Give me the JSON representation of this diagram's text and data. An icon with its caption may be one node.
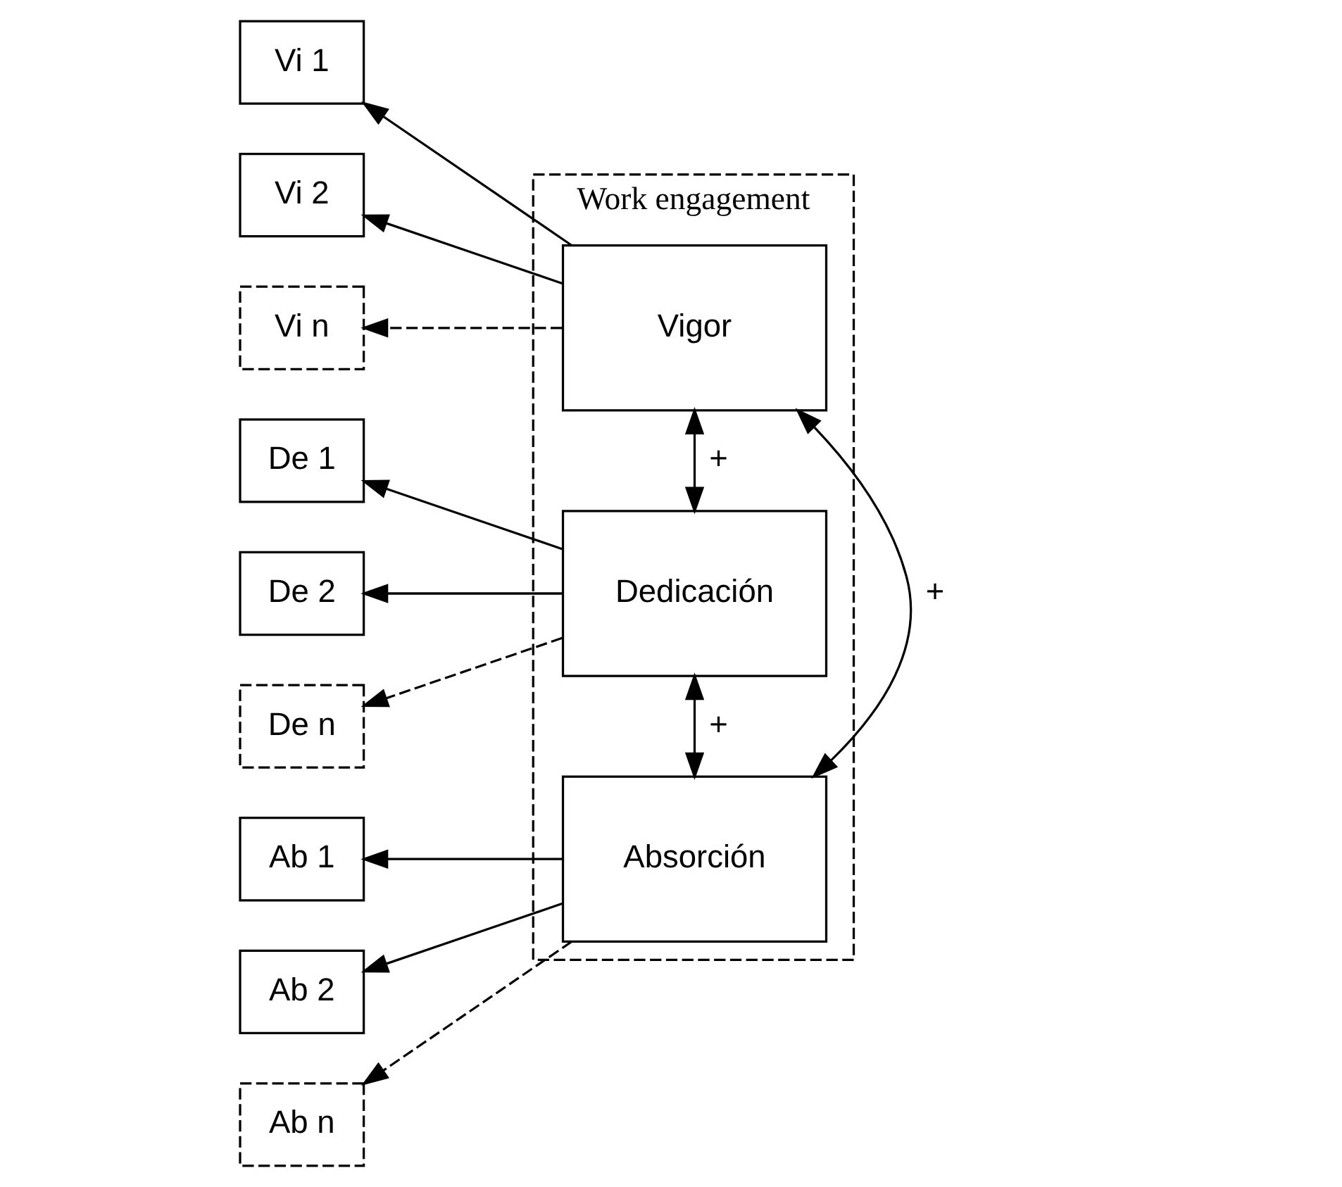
{
  "diagram": {
    "nodes": [
      {
        "text": [
          "Work engagement"
        ]
      },
      {
        "text": [
          "Vigor"
        ],
        "in": 0
      },
      {
        "text": [
          "Dedicación"
        ],
        "in": 0
      },
      {
        "text": [
          "Absorción"
        ],
        "in": 0
      },
      {
        "text": [
          "Vi 1"
        ]
      },
      {
        "text": [
          "Vi 2"
        ]
      },
      {
        "text": [
          "Vi n"
        ]
      },
      {
        "text": [
          "De 1"
        ]
      },
      {
        "text": [
          "De 2"
        ]
      },
      {
        "text": [
          "De n"
        ]
      },
      {
        "text": [
          "Ab 1"
        ]
      },
      {
        "text": [
          "Ab 2"
        ]
      },
      {
        "text": [
          "Ab n"
        ]
      }
    ],
    "edges": [
      {
        "from": 1,
        "to": 4,
        "arrow": "to"
      },
      {
        "from": 1,
        "to": 5,
        "arrow": "to"
      },
      {
        "from": 1,
        "to": 6,
        "arrow": "to",
        "style": "dashed"
      },
      {
        "from": 2,
        "to": 7,
        "arrow": "to"
      },
      {
        "from": 2,
        "to": 8,
        "arrow": "to"
      },
      {
        "from": 2,
        "to": 9,
        "arrow": "to",
        "style": "dashed"
      },
      {
        "from": 3,
        "to": 10,
        "arrow": "to"
      },
      {
        "from": 3,
        "to": 11,
        "arrow": "to"
      },
      {
        "from": 3,
        "to": 12,
        "arrow": "to",
        "style": "dashed"
      },
      {
        "from": 1,
        "to": 2,
        "arrow": "both",
        "label": "+"
      },
      {
        "from": 2,
        "to": 3,
        "arrow": "both",
        "label": "+"
      },
      {
        "from": 1,
        "to": 3,
        "arrow": "both",
        "label": "+"
      }
    ]
  }
}
